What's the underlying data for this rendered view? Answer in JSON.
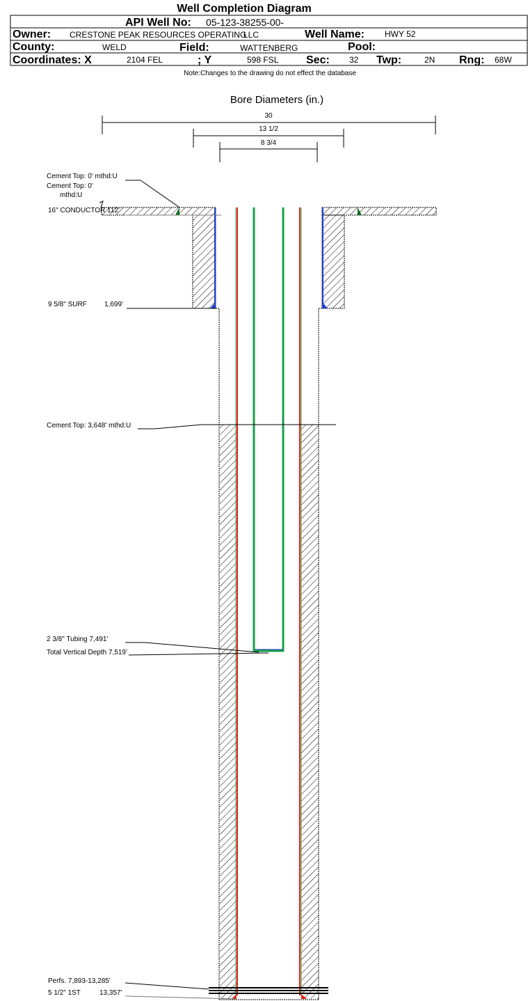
{
  "header": {
    "title": "Well Completion Diagram",
    "api_label": "API Well No:",
    "api_value": "05-123-38255-00-",
    "owner_label": "Owner:",
    "owner_value_line1": "CRESTONE PEAK RESOURCES OPERATING",
    "owner_value_line2": "LLC",
    "well_name_label": "Well Name:",
    "well_name_value": "HWY 52",
    "county_label": "County:",
    "county_value": "WELD",
    "field_label": "Field:",
    "field_value": "WATTENBERG",
    "pool_label": "Pool:",
    "coord_x_label": "Coordinates: X",
    "coord_x_value": "2104 FEL",
    "coord_y_label": "; Y",
    "coord_y_value": "598 FSL",
    "sec_label": "Sec:",
    "sec_value": "32",
    "twp_label": "Twp:",
    "twp_value": "2N",
    "rng_label": "Rng:",
    "rng_value": "68W",
    "note": "Note:Changes to the drawing do not effect the database"
  },
  "diagram": {
    "bore_title": "Bore Diameters (in.)",
    "dims": [
      "30",
      "13 1/2",
      "8 3/4"
    ],
    "labels": {
      "cement_top_1": "Cement Top: 0' mthd:U",
      "cement_top_2a": "Cement Top: 0'",
      "cement_top_2b": "mthd:U",
      "conductor": "16\" CONDUCTOR  112'",
      "surface": "9 5/8\" SURF",
      "surface_depth": "1,699'",
      "cement_top_3": "Cement Top: 3,648' mthd:U",
      "tubing": "2 3/8\" Tubing 7,491'",
      "tvd": "Total Vertical Depth 7,519'",
      "perfs": "Perfs. 7,893-13,285'",
      "production": "5 1/2\" 1ST",
      "production_depth": "13,357'"
    },
    "colors": {
      "production_casing": "#e8200c",
      "tubing": "#1a9e4a",
      "surface_casing": "#1f3fd0",
      "cement_marker": "#0a6e1e"
    }
  }
}
